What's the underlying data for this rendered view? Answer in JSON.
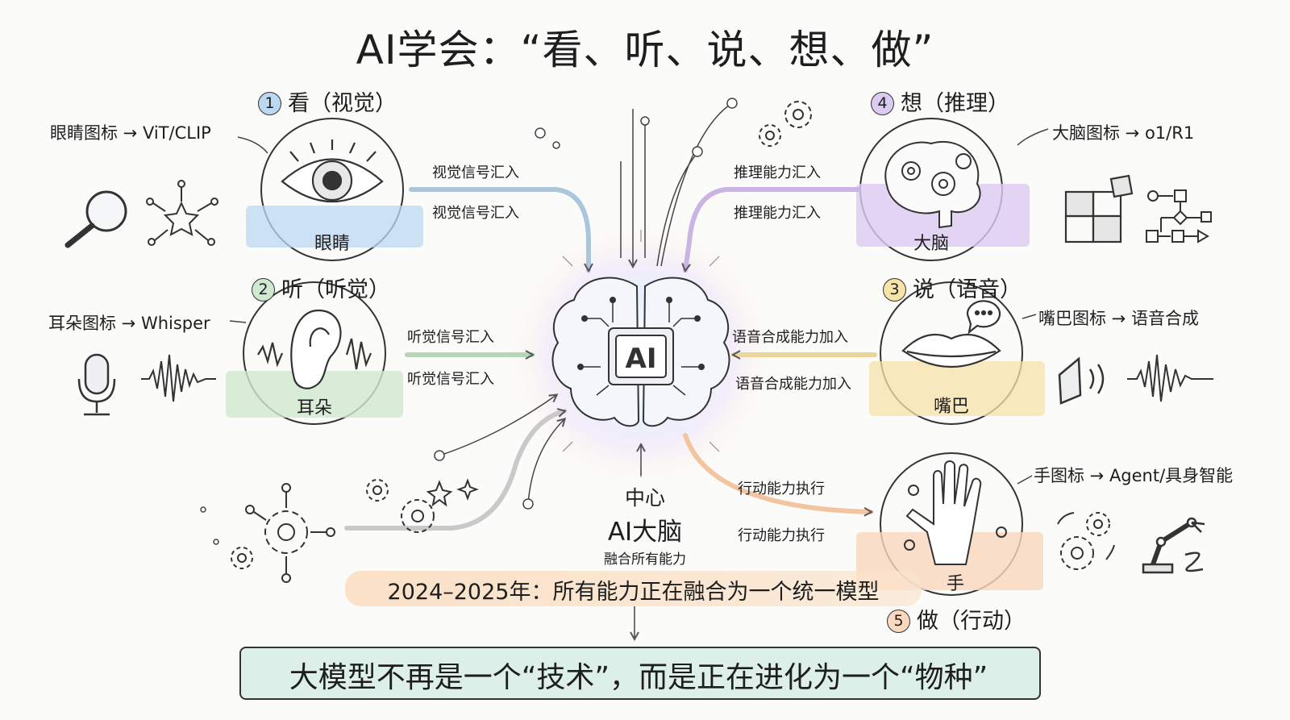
{
  "title": "AI学会：“看、听、说、想、做”",
  "colors": {
    "see": "#bcd8f0",
    "hear": "#cfe8d0",
    "speak": "#f7e2a8",
    "think": "#dccbf0",
    "act": "#f9d8bd",
    "conclusion": "#dcefe9"
  },
  "see": {
    "number": "1",
    "heading": "看（视觉）",
    "map": "眼睛图标 → ViT/CLIP",
    "organ": "眼睛",
    "arrow_labels": [
      "视觉信号汇入",
      "视觉信号汇入"
    ]
  },
  "hear": {
    "number": "2",
    "heading": "听（听觉）",
    "map": "耳朵图标 → Whisper",
    "organ": "耳朵",
    "arrow_labels": [
      "听觉信号汇入",
      "听觉信号汇入"
    ]
  },
  "speak": {
    "number": "3",
    "heading": "说（语音）",
    "map": "嘴巴图标 → 语音合成",
    "organ": "嘴巴",
    "arrow_labels": [
      "语音合成能力加入",
      "语音合成能力加入"
    ]
  },
  "think": {
    "number": "4",
    "heading": "想（推理）",
    "map": "大脑图标 → o1/R1",
    "organ": "大脑",
    "arrow_labels": [
      "推理能力汇入",
      "推理能力汇入"
    ]
  },
  "act": {
    "number": "5",
    "heading": "做（行动）",
    "map": "手图标 → Agent/具身智能",
    "organ": "手",
    "arrow_labels": [
      "行动能力执行",
      "行动能力执行"
    ]
  },
  "center": {
    "chip": "AI",
    "line1": "中心",
    "line2": "AI大脑",
    "line3": "融合所有能力"
  },
  "timeline": "2024–2025年：所有能力正在融合为一个统一模型",
  "conclusion": "大模型不再是一个“技术”，而是正在进化为一个“物种”"
}
